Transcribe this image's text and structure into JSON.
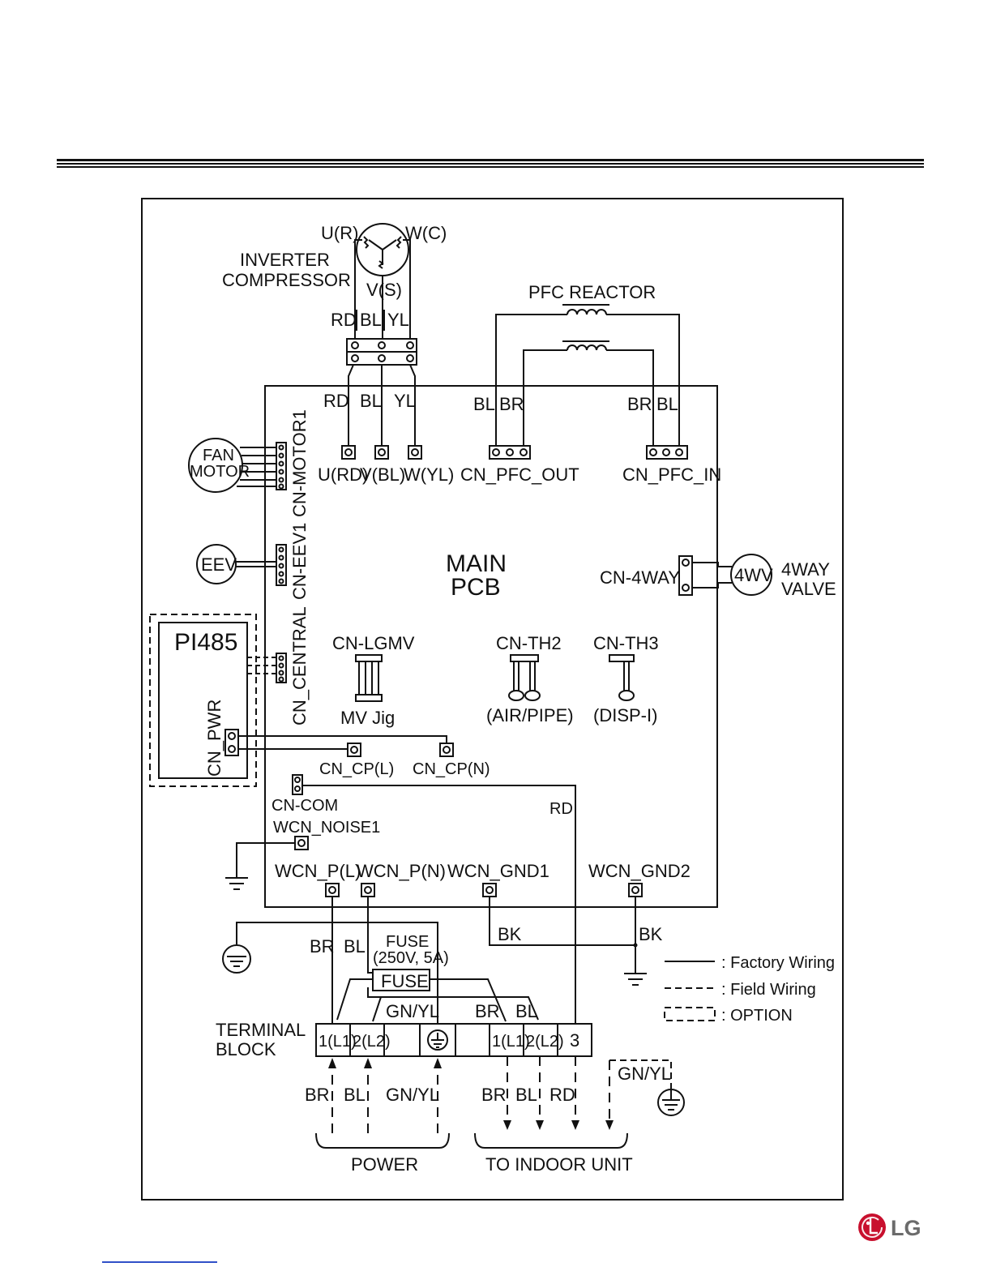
{
  "diagram": {
    "compressor": {
      "label_1": "INVERTER",
      "label_2": "COMPRESSOR",
      "phase_u": "U(R)",
      "phase_w": "W(C)",
      "phase_v": "V(S)",
      "wire_rd": "RD",
      "wire_bl": "BL",
      "wire_yl": "YL"
    },
    "pfc_reactor": {
      "label": "PFC REACTOR"
    },
    "main_pcb": {
      "label_1": "MAIN",
      "label_2": "PCB",
      "wire_rd": "RD",
      "wire_bl": "BL",
      "wire_yl": "YL",
      "pfc_out_bl": "BL",
      "pfc_out_br": "BR",
      "pfc_in_br": "BR",
      "pfc_in_bl": "BL",
      "u_rd": "U(RD)",
      "v_bl": "V(BL)",
      "w_yl": "W(YL)",
      "cn_pfc_out": "CN_PFC_OUT",
      "cn_pfc_in": "CN_PFC_IN",
      "cn_motor1": "CN-MOTOR1",
      "cn_eev1": "CN-EEV1",
      "cn_central": "CN_CENTRAL",
      "cn_4way": "CN-4WAY",
      "cn_lgmv": "CN-LGMV",
      "mv_jig": "MV Jig",
      "cn_th2": "CN-TH2",
      "air_pipe": "(AIR/PIPE)",
      "cn_th3": "CN-TH3",
      "disp_i": "(DISP-I)",
      "cn_cp_l": "CN_CP(L)",
      "cn_cp_n": "CN_CP(N)",
      "cn_com": "CN-COM",
      "wcn_noise1": "WCN_NOISE1",
      "rd": "RD",
      "wcn_p_l": "WCN_P(L)",
      "wcn_p_n": "WCN_P(N)",
      "wcn_gnd1": "WCN_GND1",
      "wcn_gnd2": "WCN_GND2"
    },
    "fan_motor": {
      "label_1": "FAN",
      "label_2": "MOTOR"
    },
    "eev": {
      "label": "EEV"
    },
    "four_way": {
      "symbol": "4WV",
      "label_1": "4WAY",
      "label_2": "VALVE"
    },
    "pi485": {
      "label": "PI485",
      "cn_pwr": "CN_PWR"
    },
    "lower": {
      "br_1": "BR",
      "bl_1": "BL",
      "fuse_rating_1": "FUSE",
      "fuse_rating_2": "(250V, 5A)",
      "fuse": "FUSE",
      "bk_1": "BK",
      "bk_2": "BK",
      "gnyl_top": "GN/YL",
      "br_top": "BR",
      "bl_top": "BL",
      "tb_label_1": "TERMINAL",
      "tb_label_2": "BLOCK",
      "tb_1l1": "1(L1)",
      "tb_2l2": "2(L2)",
      "tb_1l1_b": "1(L1)",
      "tb_2l2_b": "2(L2)",
      "tb_3": "3",
      "in_br": "BR",
      "in_bl": "BL",
      "in_gnyl": "GN/YL",
      "out_br": "BR",
      "out_bl": "BL",
      "out_rd": "RD",
      "out_gnyl": "GN/YL",
      "power": "POWER",
      "to_indoor": "TO INDOOR UNIT"
    },
    "legend": {
      "factory": ": Factory Wiring",
      "field": ": Field Wiring",
      "option": ": OPTION"
    }
  },
  "logo": {
    "text": "LG"
  },
  "colors": {
    "logo_red": "#c8102e",
    "logo_gray": "#6b6b6b",
    "link_blue": "#3050c8"
  }
}
